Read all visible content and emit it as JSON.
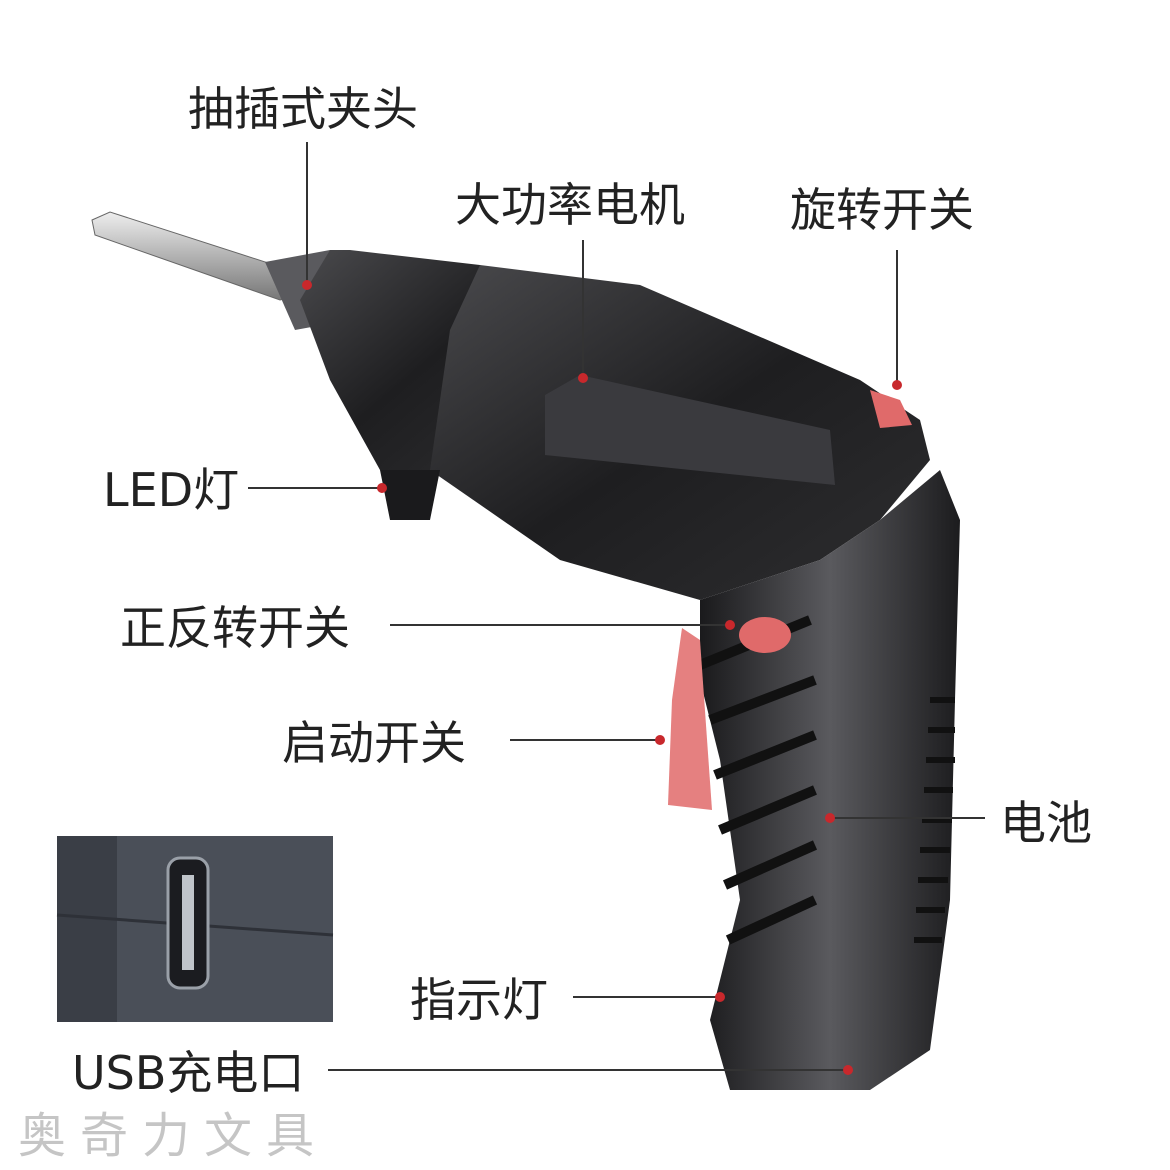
{
  "labels": {
    "chuck": "抽插式夹头",
    "motor": "大功率电机",
    "rotary_switch": "旋转开关",
    "led": "LED灯",
    "direction_switch": "正反转开关",
    "trigger": "启动开关",
    "battery": "电池",
    "indicator": "指示灯",
    "usb_port": "USB充电口"
  },
  "watermark": "奥奇力文具",
  "colors": {
    "accent": "#c8282c",
    "body": "#2a2a2c",
    "line": "#333333",
    "trigger": "#e06a6a"
  }
}
